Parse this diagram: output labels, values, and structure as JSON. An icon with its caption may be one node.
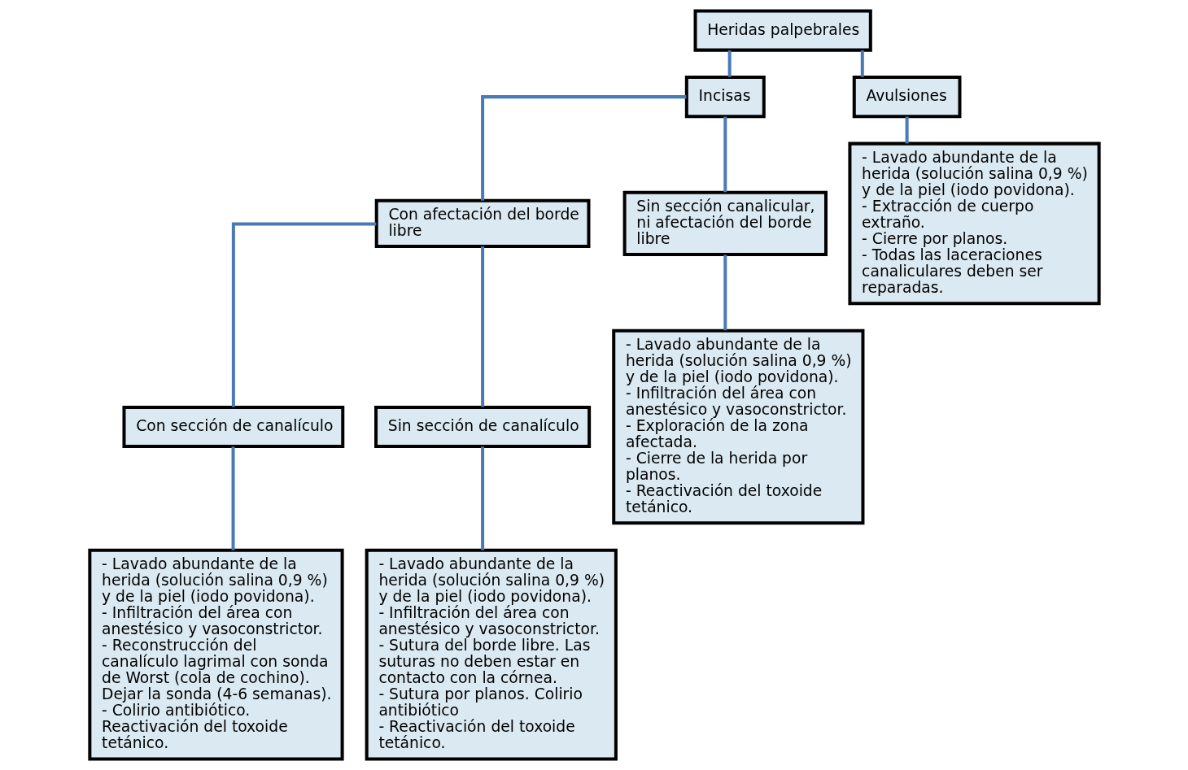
{
  "diagram": {
    "nodes": [
      {
        "text": [
          "Heridas palpebrales"
        ]
      },
      {
        "text": [
          "Incisas"
        ]
      },
      {
        "text": [
          "Avulsiones"
        ]
      },
      {
        "text": [
          "Con afectación del borde libre"
        ]
      },
      {
        "text": [
          "Sin sección canalicular, ni afectación del borde libre"
        ]
      },
      {
        "text": [
          "- Lavado abundante de la herida (solución salina 0,9 %) y de la piel (iodo povidona).",
          "- Extracción de cuerpo extraño.",
          "- Cierre por planos.",
          "- Todas las laceraciones canaliculares deben ser reparadas."
        ]
      },
      {
        "text": [
          "Con sección de canalículo"
        ]
      },
      {
        "text": [
          "Sin sección de canalículo"
        ]
      },
      {
        "text": [
          "- Lavado abundante de la herida (solución salina 0,9 %) y de la piel (iodo povidona).",
          "- Infiltración del área con anestésico y vasoconstrictor.",
          "- Exploración de la zona afectada.",
          "- Cierre de la herida por planos.",
          "- Reactivación del toxoide tetánico."
        ]
      },
      {
        "text": [
          "- Lavado abundante de la herida (solución salina 0,9 %) y de la piel (iodo povidona).",
          "- Infiltración del área con anestésico y vasoconstrictor.",
          "- Reconstrucción del canalículo lagrimal con sonda de Worst (cola de cochino). Dejar la sonda (4-6 semanas).",
          "- Colirio antibiótico. Reactivación del toxoide tetánico."
        ]
      },
      {
        "text": [
          "- Lavado abundante de la herida (solución salina 0,9 %) y de la piel (iodo povidona).",
          "- Infiltración del área con anestésico y vasoconstrictor.",
          "- Sutura del borde libre. Las suturas no deben estar en contacto con la córnea.",
          "- Sutura por planos. Colirio antibiótico",
          "- Reactivación del toxoide tetánico."
        ]
      }
    ],
    "edges": [
      {
        "from": 0,
        "to": 1,
        "arrow": "none"
      },
      {
        "from": 0,
        "to": 2,
        "arrow": "none"
      },
      {
        "from": 1,
        "to": 3,
        "arrow": "none"
      },
      {
        "from": 1,
        "to": 4,
        "arrow": "none"
      },
      {
        "from": 2,
        "to": 5,
        "arrow": "none"
      },
      {
        "from": 3,
        "to": 6,
        "arrow": "none"
      },
      {
        "from": 3,
        "to": 7,
        "arrow": "none"
      },
      {
        "from": 4,
        "to": 8,
        "arrow": "none"
      },
      {
        "from": 6,
        "to": 9,
        "arrow": "none"
      },
      {
        "from": 7,
        "to": 10,
        "arrow": "none"
      }
    ]
  }
}
